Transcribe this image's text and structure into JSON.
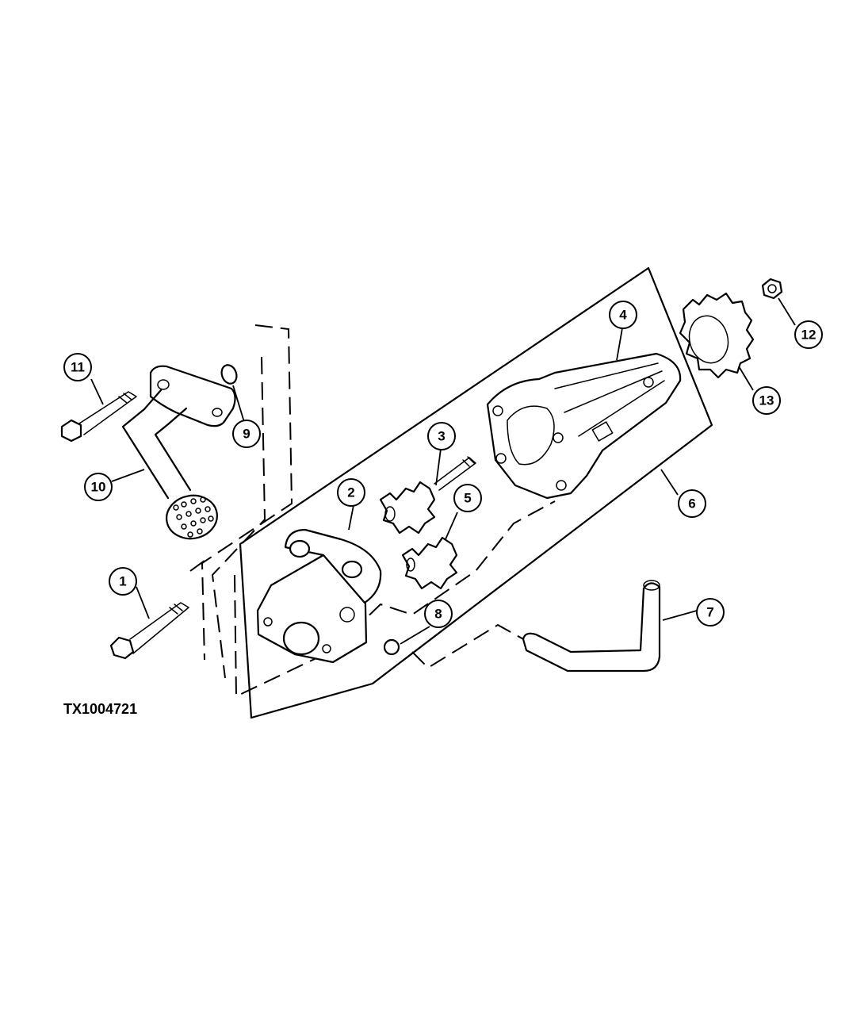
{
  "figure_id": "TX1004721",
  "callouts": [
    {
      "id": "1",
      "label": "1"
    },
    {
      "id": "2",
      "label": "2"
    },
    {
      "id": "3",
      "label": "3"
    },
    {
      "id": "4",
      "label": "4"
    },
    {
      "id": "5",
      "label": "5"
    },
    {
      "id": "6",
      "label": "6"
    },
    {
      "id": "7",
      "label": "7"
    },
    {
      "id": "8",
      "label": "8"
    },
    {
      "id": "9",
      "label": "9"
    },
    {
      "id": "10",
      "label": "10"
    },
    {
      "id": "11",
      "label": "11"
    },
    {
      "id": "12",
      "label": "12"
    },
    {
      "id": "13",
      "label": "13"
    }
  ],
  "colors": {
    "ink": "#000000",
    "paper": "#ffffff"
  }
}
